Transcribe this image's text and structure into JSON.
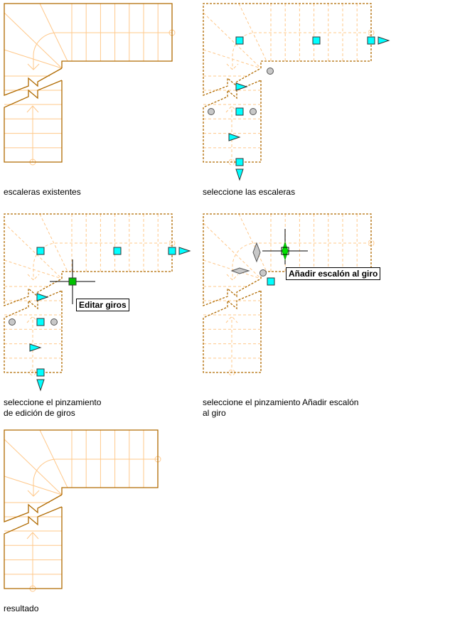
{
  "captions": {
    "existing": "escaleras existentes",
    "select": "seleccione las escaleras",
    "select_edit_line1": "seleccione el pinzamiento",
    "select_edit_line2": "de edición de giros",
    "select_add_line1": "seleccione el pinzamiento Añadir escalón",
    "select_add_line2": "al giro",
    "result": "resultado"
  },
  "tooltips": {
    "edit_winders": "Editar giros",
    "add_step": "Añadir escalón al giro"
  },
  "colors": {
    "outline": "#b06a00",
    "tread": "#ffc88a",
    "grip": "#00ffff",
    "grip_active": "#00e000",
    "grip_grey": "#c8c8c8"
  }
}
